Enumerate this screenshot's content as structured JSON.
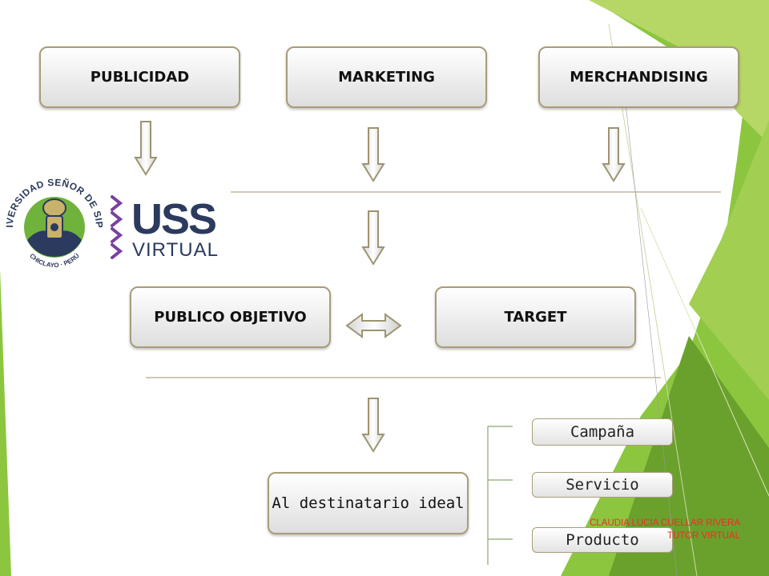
{
  "top_row": {
    "publicidad": "PUBLICIDAD",
    "marketing": "MARKETING",
    "merchandising": "MERCHANDISING"
  },
  "middle_row": {
    "publico_objetivo": "PUBLICO OBJETIVO",
    "target": "TARGET"
  },
  "destination": "Al destinatario ideal",
  "branches": [
    "Campaña",
    "Servicio",
    "Producto"
  ],
  "logo": {
    "university_seal_text": "UNIVERSIDAD SEÑOR DE SIPAN",
    "seal_location_text": "CHICLAYO · PERÚ",
    "brand_top": "USS",
    "brand_bottom": "VIRTUAL"
  },
  "credit": {
    "name": "CLAUDIA LUCIA CUELLAR RIVERA",
    "role": "TUTOR VIRTUAL"
  },
  "colors": {
    "green_light": "#b6d766",
    "green_mid": "#8cc63f",
    "green_dark": "#6aa12c",
    "box_border": "#a89c7a",
    "credit_red": "#ee2d24",
    "uss_blue": "#2b3a5e"
  },
  "icons": [
    "down-arrow-icon",
    "double-arrow-icon"
  ]
}
